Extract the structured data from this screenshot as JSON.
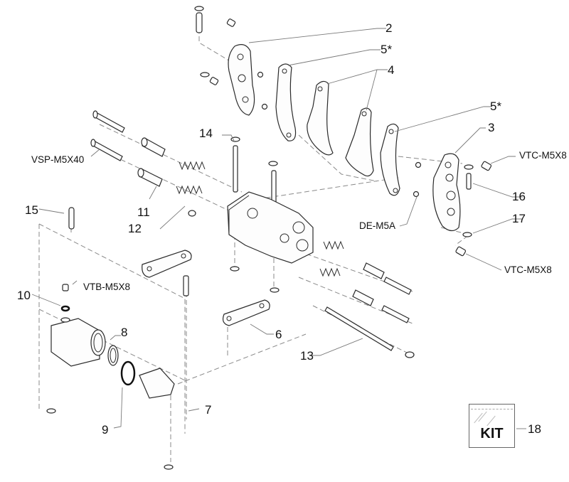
{
  "diagram": {
    "type": "exploded-parts-view",
    "callouts": [
      {
        "id": "2",
        "label": "2"
      },
      {
        "id": "5a",
        "label": "5*"
      },
      {
        "id": "4",
        "label": "4"
      },
      {
        "id": "5b",
        "label": "5*"
      },
      {
        "id": "3",
        "label": "3"
      },
      {
        "id": "vtc1",
        "label": "VTC-M5X8"
      },
      {
        "id": "16",
        "label": "16"
      },
      {
        "id": "de",
        "label": "DE-M5A"
      },
      {
        "id": "17",
        "label": "17"
      },
      {
        "id": "vtc2",
        "label": "VTC-M5X8"
      },
      {
        "id": "14",
        "label": "14"
      },
      {
        "id": "vsp",
        "label": "VSP-M5X40"
      },
      {
        "id": "11",
        "label": "11"
      },
      {
        "id": "12",
        "label": "12"
      },
      {
        "id": "15",
        "label": "15"
      },
      {
        "id": "vtb",
        "label": "VTB-M5X8"
      },
      {
        "id": "10",
        "label": "10"
      },
      {
        "id": "8",
        "label": "8"
      },
      {
        "id": "9",
        "label": "9"
      },
      {
        "id": "7",
        "label": "7"
      },
      {
        "id": "6",
        "label": "6"
      },
      {
        "id": "13",
        "label": "13"
      },
      {
        "id": "18",
        "label": "18"
      }
    ],
    "kit": {
      "label": "KIT"
    }
  }
}
